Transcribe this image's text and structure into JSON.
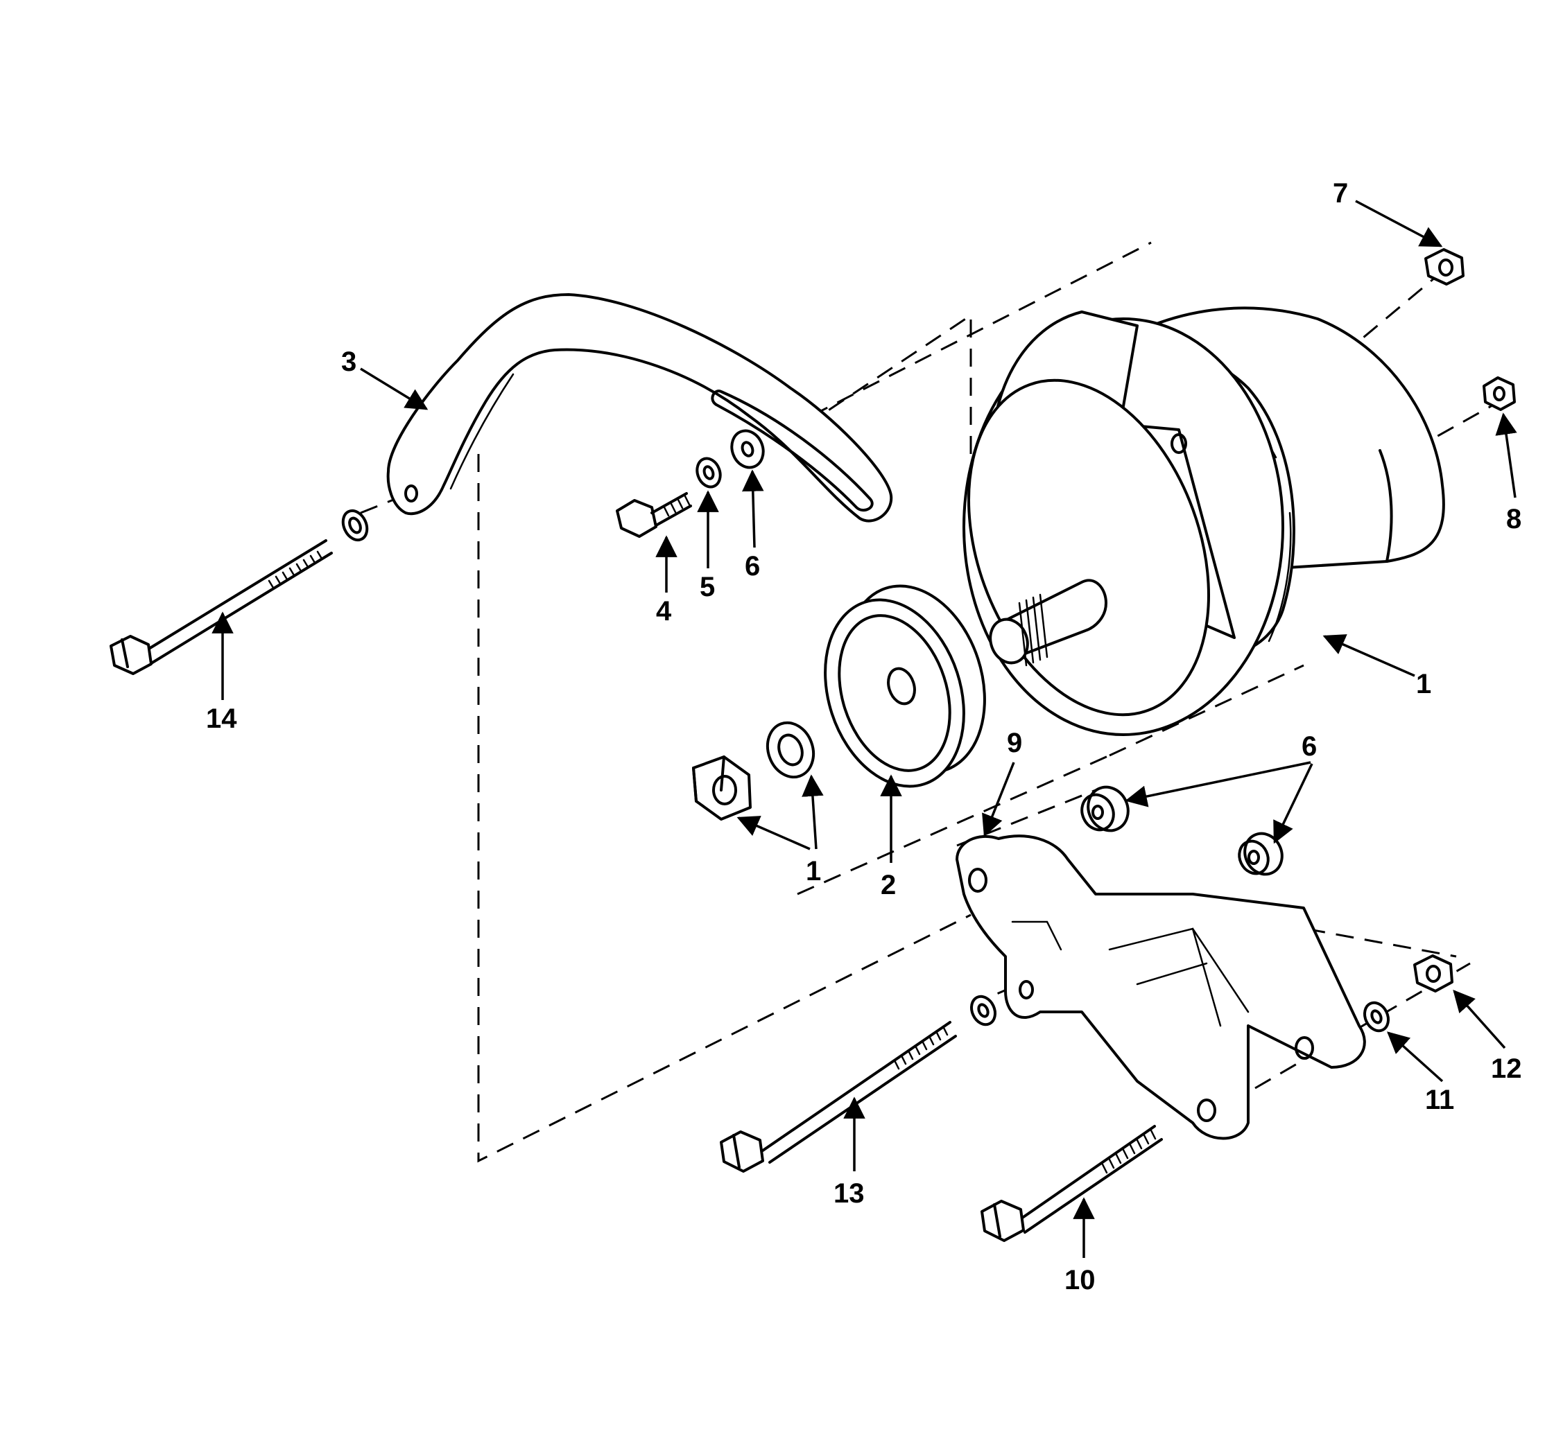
{
  "callouts": {
    "c1_alternator": "1",
    "c1_nut_washer": "1",
    "c2": "2",
    "c3": "3",
    "c4": "4",
    "c5": "5",
    "c6_slot": "6",
    "c6_spacers": "6",
    "c7": "7",
    "c8": "8",
    "c9": "9",
    "c10": "10",
    "c11": "11",
    "c12": "12",
    "c13": "13",
    "c14": "14"
  }
}
